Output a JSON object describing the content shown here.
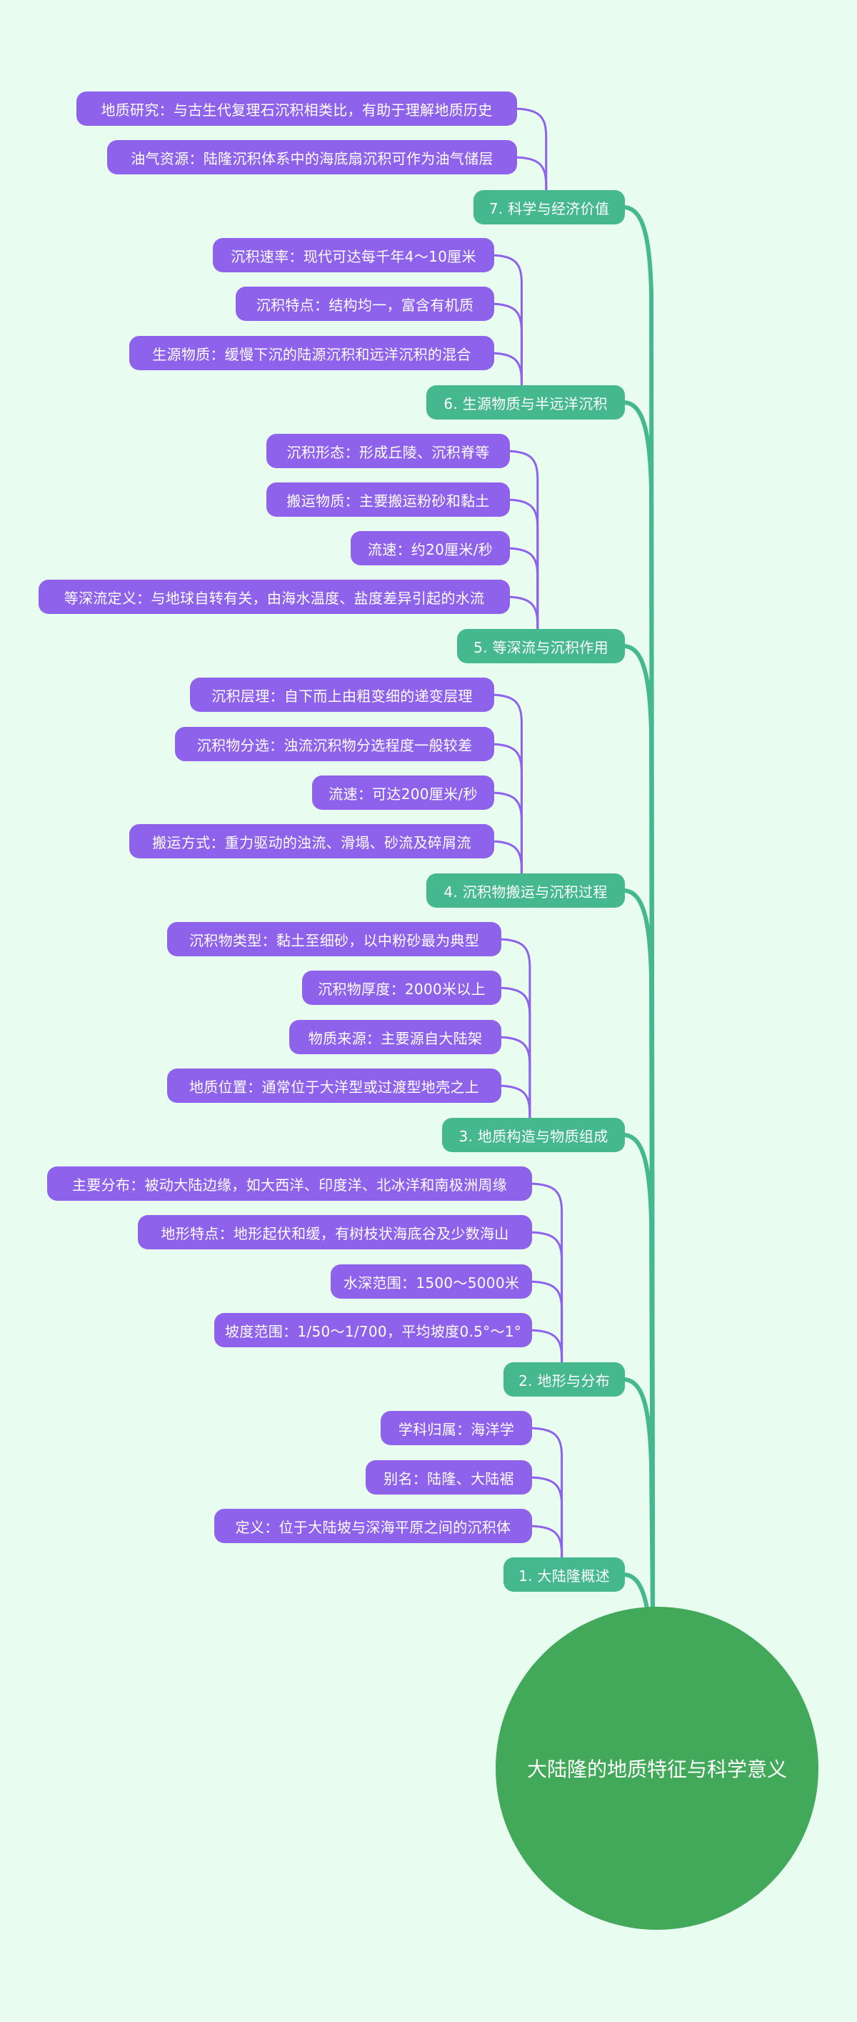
{
  "root": {
    "label": "大陆隆的地质特征与科学意义"
  },
  "colors": {
    "background": "#e8fdef",
    "root": "#42a85a",
    "branch": "#45b88f",
    "leaf": "#8f62ec",
    "leaf_line": "#8f62ec",
    "branch_line": "#45b88f"
  },
  "branches": [
    {
      "label": "7. 科学与经济价值",
      "children": [
        "地质研究：与古生代复理石沉积相类比，有助于理解地质历史",
        "油气资源：陆隆沉积体系中的海底扇沉积可作为油气储层"
      ]
    },
    {
      "label": "6. 生源物质与半远洋沉积",
      "children": [
        "沉积速率：现代可达每千年4～10厘米",
        "沉积特点：结构均一，富含有机质",
        "生源物质：缓慢下沉的陆源沉积和远洋沉积的混合"
      ]
    },
    {
      "label": "5. 等深流与沉积作用",
      "children": [
        "沉积形态：形成丘陵、沉积脊等",
        "搬运物质：主要搬运粉砂和黏土",
        "流速：约20厘米/秒",
        "等深流定义：与地球自转有关，由海水温度、盐度差异引起的水流"
      ]
    },
    {
      "label": "4. 沉积物搬运与沉积过程",
      "children": [
        "沉积层理：自下而上由粗变细的递变层理",
        "沉积物分选：浊流沉积物分选程度一般较差",
        "流速：可达200厘米/秒",
        "搬运方式：重力驱动的浊流、滑塌、砂流及碎屑流"
      ]
    },
    {
      "label": "3. 地质构造与物质组成",
      "children": [
        "沉积物类型：黏土至细砂，以中粉砂最为典型",
        "沉积物厚度：2000米以上",
        "物质来源：主要源自大陆架",
        "地质位置：通常位于大洋型或过渡型地壳之上"
      ]
    },
    {
      "label": "2. 地形与分布",
      "children": [
        "主要分布：被动大陆边缘，如大西洋、印度洋、北冰洋和南极洲周缘",
        "地形特点：地形起伏和缓，有树枝状海底谷及少数海山",
        "水深范围：1500～5000米",
        "坡度范围：1/50～1/700，平均坡度0.5°～1°"
      ]
    },
    {
      "label": "1. 大陆隆概述",
      "children": [
        "学科归属：海洋学",
        "别名：陆隆、大陆裾",
        "定义：位于大陆坡与深海平原之间的沉积体"
      ]
    }
  ]
}
